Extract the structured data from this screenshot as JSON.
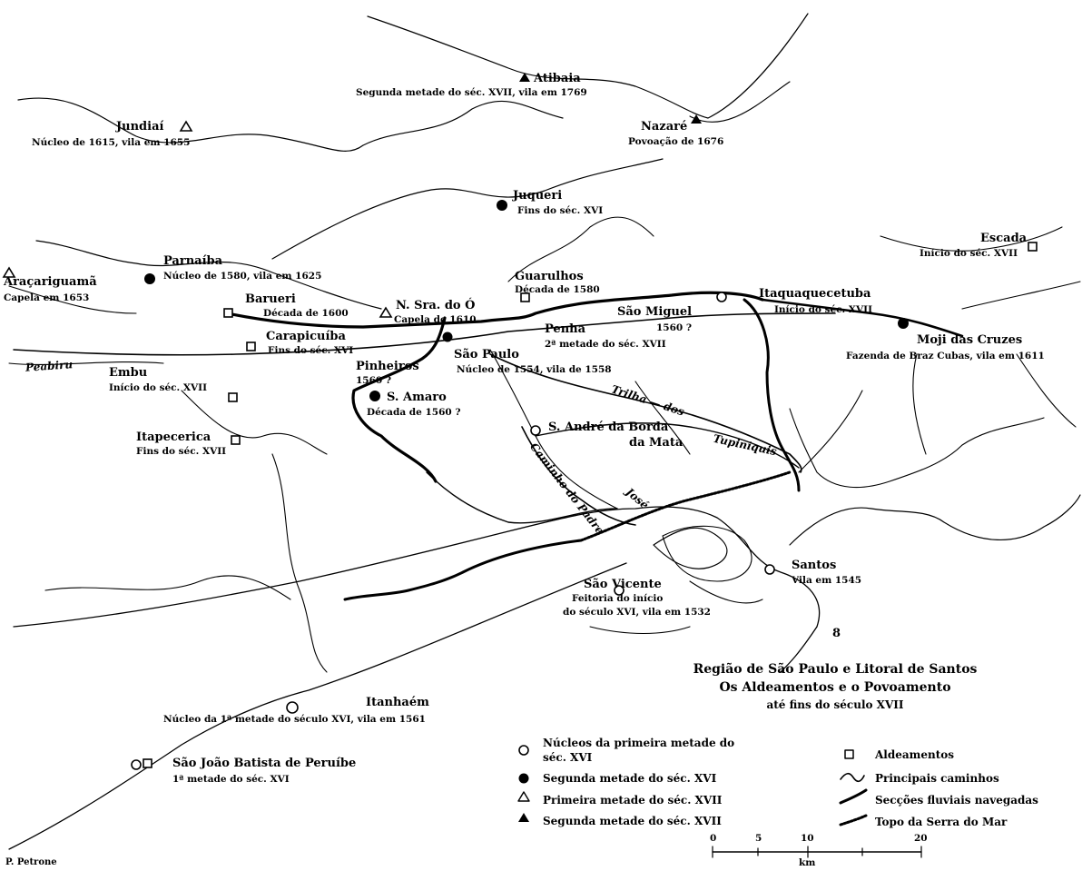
{
  "map": {
    "title_lines": [
      "Região de São Paulo e Litoral de Santos",
      "Os Aldeamentos e o Povoamento",
      "até fins do século XVII"
    ],
    "places": {
      "atibaia": {
        "name": "Atibaia",
        "note": "Segunda metade do séc. XVII, vila em 1769"
      },
      "jundiai": {
        "name": "Jundiaí",
        "note": "Núcleo de 1615, vila em 1655"
      },
      "nazare": {
        "name": "Nazaré",
        "note": "Povoação de 1676"
      },
      "juqueri": {
        "name": "Juqueri",
        "note": "Fins do séc. XVI"
      },
      "escada": {
        "name": "Escada",
        "note": "Início do séc. XVII"
      },
      "aracariguama": {
        "name": "Araçariguamã",
        "note": "Capela em 1653"
      },
      "parnaiba": {
        "name": "Parnaíba",
        "note": "Núcleo de 1580, vila em 1625"
      },
      "guarulhos": {
        "name": "Guarulhos",
        "note": "Década de 1580"
      },
      "itaquaquecetuba": {
        "name": "Itaquaquecetuba",
        "note": "Início do séc. XVII"
      },
      "barueri": {
        "name": "Barueri",
        "note": "Década de 1600"
      },
      "nsra_o": {
        "name": "N. Sra. do Ó",
        "note": "Capela de 1610"
      },
      "sao_miguel": {
        "name": "São Miguel",
        "note": "1560 ?"
      },
      "penha": {
        "name": "Penha",
        "note": "2ª metade do séc. XVII"
      },
      "moji": {
        "name": "Moji das Cruzes",
        "note": "Fazenda de Braz Cubas, vila em 1611"
      },
      "carapicuiba": {
        "name": "Carapicuíba",
        "note": "Fins do séc. XVI"
      },
      "sao_paulo": {
        "name": "São Paulo",
        "note": "Núcleo de 1554, vila de 1558"
      },
      "pinheiros": {
        "name": "Pinheiros",
        "note": "1560 ?"
      },
      "embu": {
        "name": "Embu",
        "note": "Início do séc. XVII"
      },
      "santo_amaro": {
        "name": "S. Amaro",
        "note": "Década de 1560 ?"
      },
      "santo_andre": {
        "name": "S. André da Borda",
        "note": "da Mata"
      },
      "itapecerica": {
        "name": "Itapecerica",
        "note": "Fins do séc. XVII"
      },
      "santos": {
        "name": "Santos",
        "note": "Vila em 1545"
      },
      "sao_vicente": {
        "name": "São Vicente",
        "note": "Feitoria do início",
        "note2": "do século XVI, vila em 1532"
      },
      "itanhaem": {
        "name": "Itanhaém",
        "note": "Núcleo da 1ª metade do século XVI, vila em 1561"
      },
      "peruibe": {
        "name": "São João Batista de Peruíbe",
        "note": "1ª metade do séc. XVI"
      }
    },
    "paths": {
      "peabiru": "Peabiru",
      "trilha": "Trilha — dos",
      "tupiniquis": "Tupiniquis",
      "caminho": "Caminho do Padre",
      "jose": "José"
    },
    "legend": {
      "open_circle_line1": "Núcleos da primeira metade do",
      "open_circle_line2": "séc. XVI",
      "filled_circle": "Segunda metade do séc. XVI",
      "open_triangle": "Primeira metade do séc. XVII",
      "filled_triangle": "Segunda metade do séc. XVII",
      "square": "Aldeamentos",
      "roads": "Principais caminhos",
      "rivers": "Secções fluviais navegadas",
      "serra": "Topo da Serra do Mar"
    },
    "scale": {
      "ticks": [
        "0",
        "5",
        "10",
        "20"
      ],
      "unit": "km"
    },
    "credit": "P. Petrone",
    "misc_mark": "8",
    "colors": {
      "ink": "#000000",
      "paper": "#ffffff"
    }
  }
}
